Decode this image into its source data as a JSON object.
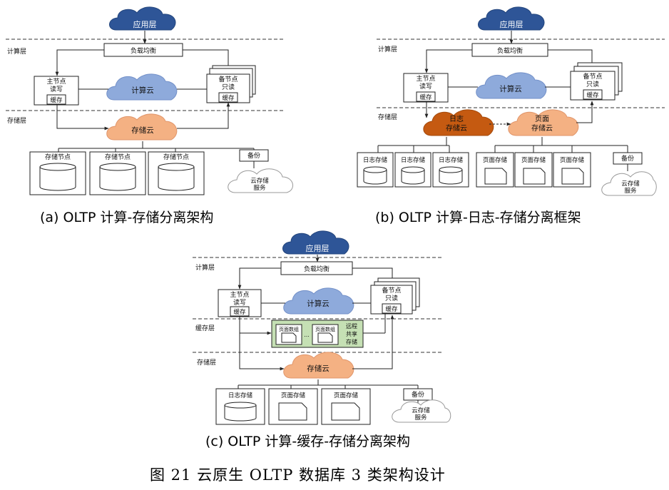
{
  "panel_a": {
    "app_layer": "应用层",
    "compute_layer": "计算层",
    "load_balancer": "负载均衡",
    "primary_node": [
      "主节点",
      "读写"
    ],
    "cache": "缓存",
    "compute_cloud": "计算云",
    "replica_node": [
      "备节点",
      "只读"
    ],
    "storage_layer": "存储层",
    "storage_cloud": "存储云",
    "storage_node": "存储节点",
    "backup": "备份",
    "cloud_storage_service": [
      "云存储",
      "服务"
    ],
    "caption": "(a) OLTP 计算-存储分离架构"
  },
  "panel_b": {
    "app_layer": "应用层",
    "compute_layer": "计算层",
    "load_balancer": "负载均衡",
    "primary_node": [
      "主节点",
      "读写"
    ],
    "cache": "缓存",
    "compute_cloud": "计算云",
    "replica_node": [
      "备节点",
      "只读"
    ],
    "storage_layer": "存储层",
    "log_storage_cloud": [
      "日志",
      "存储云"
    ],
    "page_storage_cloud": [
      "页面",
      "存储云"
    ],
    "log_storage": "日志存储",
    "page_storage": "页面存储",
    "backup": "备份",
    "cloud_storage_service": [
      "云存储",
      "服务"
    ],
    "caption": "(b) OLTP 计算-日志-存储分离框架"
  },
  "panel_c": {
    "app_layer": "应用层",
    "compute_layer": "计算层",
    "load_balancer": "负载均衡",
    "primary_node": [
      "主节点",
      "读写"
    ],
    "cache": "缓存",
    "compute_cloud": "计算云",
    "replica_node": [
      "备节点",
      "只读"
    ],
    "cache_layer": "缓存层",
    "page_data": "页面数组",
    "ellipsis": "...",
    "remote_shared_storage": [
      "远程",
      "共享",
      "存储"
    ],
    "storage_layer": "存储层",
    "storage_cloud": "存储云",
    "log_storage": "日志存储",
    "page_storage": "页面存储",
    "backup": "备份",
    "cloud_storage_service": [
      "云存储",
      "服务"
    ],
    "caption": "(c) OLTP 计算-缓存-存储分离架构"
  },
  "figure_caption": "图 21 云原生 OLTP 数据库 3 类架构设计",
  "colors": {
    "app_cloud": "#2e5597",
    "compute_cloud": "#8eaadb",
    "storage_cloud": "#f4b183",
    "log_cloud": "#c55a11",
    "cache_box": "#c5e0b4"
  }
}
